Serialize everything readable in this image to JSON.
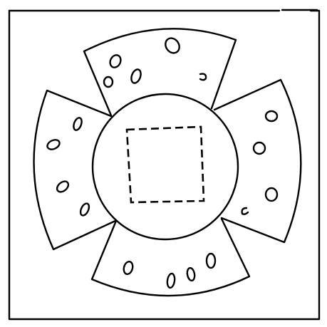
{
  "figure": {
    "description_free": true,
    "ink_color": "#000000",
    "paper_color": "#ffffff",
    "petal_count": 4,
    "center_shape": "circle",
    "inner_marker": "dashed-square"
  }
}
